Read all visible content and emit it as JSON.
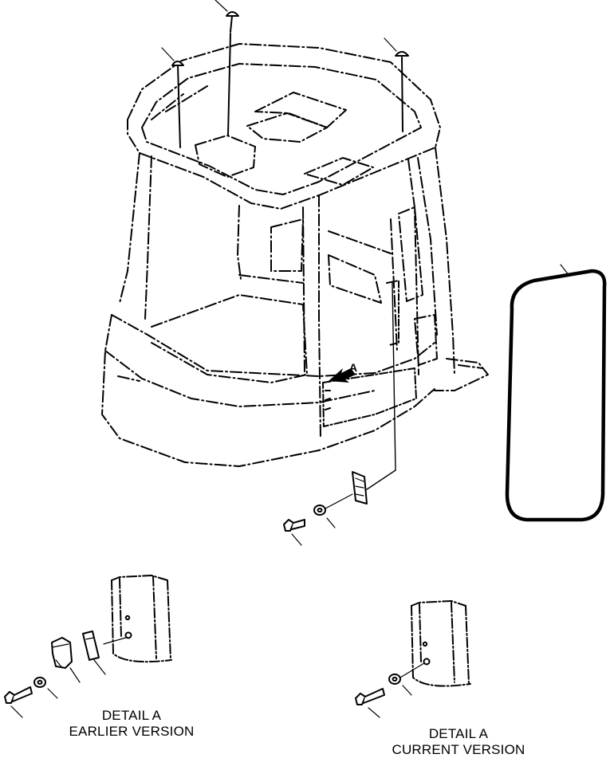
{
  "diagram": {
    "view_marker": "A",
    "details": [
      {
        "line1": "DETAIL A",
        "line2": "EARLIER VERSION"
      },
      {
        "line1": "DETAIL A",
        "line2": "CURRENT VERSION"
      }
    ]
  }
}
